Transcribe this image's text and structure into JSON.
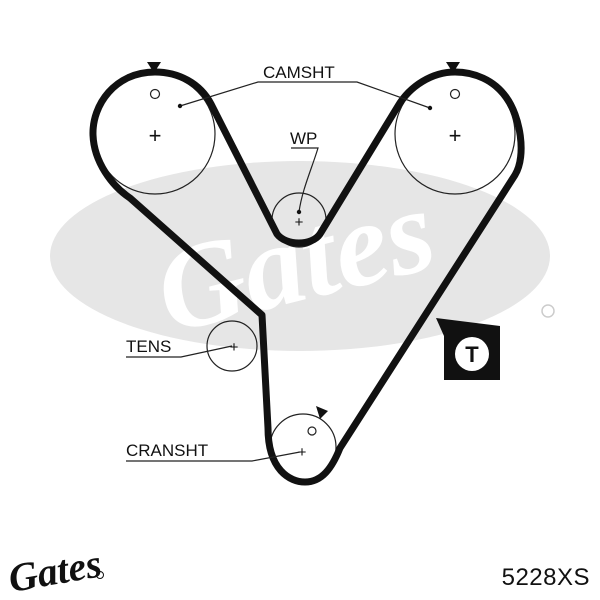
{
  "diagram": {
    "labels": {
      "camshaft": "CAMSHT",
      "water_pump": "WP",
      "tensioner": "TENS",
      "crankshaft": "CRANSHT",
      "tensioner_marker": "T"
    },
    "watermark_text": "Gates",
    "colors": {
      "belt": "#111111",
      "watermark": "#e6e6e6",
      "line": "#222222"
    }
  },
  "brand": {
    "logo_text": "Gates"
  },
  "part_number": "5228XS"
}
